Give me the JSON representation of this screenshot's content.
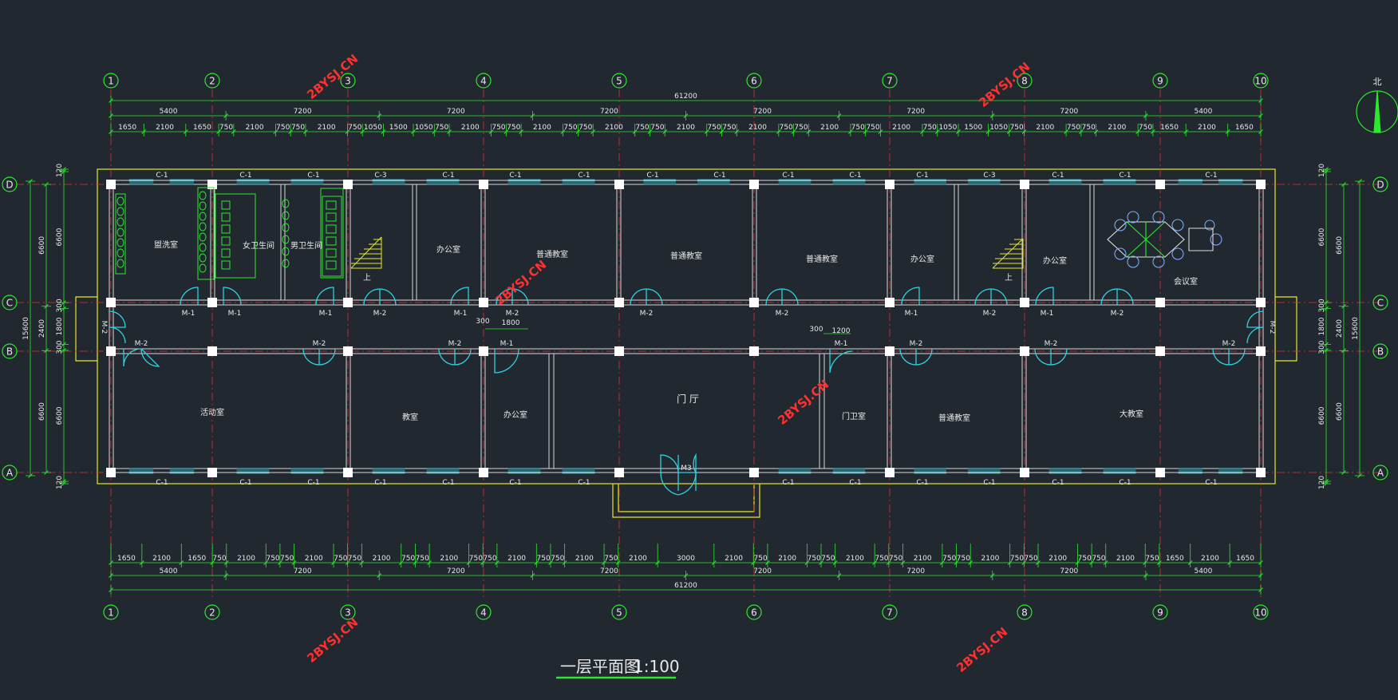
{
  "drawing": {
    "title": "一层平面图",
    "scale": "1:100",
    "north_label": "北",
    "watermark": "2BYSJ.CN",
    "colors": {
      "background": "#212830",
      "wall": "#d8d8d8",
      "axis_line": "#e03030",
      "dimension": "#2ee82e",
      "bubble": "#2ee82e",
      "outline": "#e6e62a",
      "window": "#2fd0e0",
      "door": "#2fd0e0",
      "fixture": "#2ee82e",
      "stair": "#e6e62a",
      "column": "#ffffff",
      "text": "#e8e8e8",
      "watermark": "#ff3030"
    }
  },
  "axes": {
    "vertical": [
      "1",
      "2",
      "3",
      "4",
      "5",
      "6",
      "7",
      "8",
      "9",
      "10"
    ],
    "horizontal": [
      "D",
      "C",
      "B",
      "A"
    ]
  },
  "dimensions": {
    "total": "61200",
    "top_bays": [
      "5400",
      "7200",
      "7200",
      "7200",
      "7200",
      "7200",
      "7200",
      "5400"
    ],
    "top_detail": [
      "1650",
      "2100",
      "1650",
      "750",
      "2100",
      "750",
      "750",
      "2100",
      "750",
      "1050",
      "1500",
      "1050",
      "750",
      "2100",
      "750",
      "750",
      "2100",
      "750",
      "750",
      "2100",
      "750",
      "750",
      "2100",
      "750",
      "750",
      "2100",
      "750",
      "750",
      "2100",
      "750",
      "750",
      "2100",
      "750",
      "1050",
      "1500",
      "1050",
      "750",
      "2100",
      "750",
      "750",
      "2100",
      "750",
      "1650",
      "2100",
      "1650"
    ],
    "bottom_detail": [
      "1650",
      "2100",
      "1650",
      "750",
      "2100",
      "750",
      "750",
      "2100",
      "750",
      "750",
      "2100",
      "750",
      "750",
      "2100",
      "750",
      "750",
      "2100",
      "750",
      "750",
      "2100",
      "750",
      "2100",
      "3000",
      "2100",
      "750",
      "2100",
      "750",
      "750",
      "2100",
      "750",
      "750",
      "2100",
      "750",
      "750",
      "2100",
      "750",
      "750",
      "2100",
      "750",
      "750",
      "2100",
      "750",
      "1650",
      "2100",
      "1650"
    ],
    "bottom_bays": [
      "5400",
      "7200",
      "7200",
      "7200",
      "7200",
      "7200",
      "7200",
      "5400"
    ],
    "left_outer": "15600",
    "left_rows": [
      "6600",
      "2400",
      "6600"
    ],
    "left_detail": [
      "120",
      "6600",
      "300",
      "1800",
      "300",
      "6600",
      "120"
    ],
    "right_outer": "15600",
    "right_rows": [
      "6600",
      "2400",
      "6600"
    ],
    "right_detail": [
      "120",
      "6600",
      "300",
      "1800",
      "300",
      "6600",
      "120"
    ],
    "local_300_a": "300",
    "local_1800": "1800",
    "local_300_b": "300",
    "local_1200": "1200"
  },
  "rooms": {
    "washroom": "盥洗室",
    "women_wc": "女卫生间",
    "men_wc": "男卫生间",
    "office_1": "办公室",
    "classroom_1": "普通教室",
    "classroom_2": "普通教室",
    "classroom_3": "普通教室",
    "office_2": "办公室",
    "office_3": "办公室",
    "meeting": "会议室",
    "activity": "活动室",
    "classroom_4": "教室",
    "office_4": "办公室",
    "hall": "门  厅",
    "guard_wc": "门卫室",
    "classroom_5": "普通教室",
    "big_classroom": "大教室"
  },
  "tags": {
    "window_top": [
      "C-1",
      "C-1",
      "C-1",
      "C-3",
      "C-1",
      "C-1",
      "C-1",
      "C-1",
      "C-1",
      "C-1",
      "C-1",
      "C-1",
      "C-3",
      "C-1",
      "C-1",
      "C-1"
    ],
    "window_bottom": [
      "C-1",
      "C-1",
      "C-1",
      "C-1",
      "C-1",
      "C-1",
      "C-1",
      "C-1",
      "C-1",
      "C-1",
      "C-1",
      "C-1",
      "C-1",
      "C-1"
    ],
    "door_north": [
      "M-1",
      "M-1",
      "M-1",
      "M-2",
      "M-1",
      "M-2",
      "M-2",
      "M-2",
      "M-1",
      "M-2",
      "M-1",
      "M-2"
    ],
    "door_south": [
      "M-2",
      "M-2",
      "M-2",
      "M-1",
      "M-1",
      "M-2",
      "M-2",
      "M-2"
    ],
    "end_doors": [
      "M-2",
      "M-2"
    ],
    "main_door": "M3",
    "stair_up": "上"
  }
}
